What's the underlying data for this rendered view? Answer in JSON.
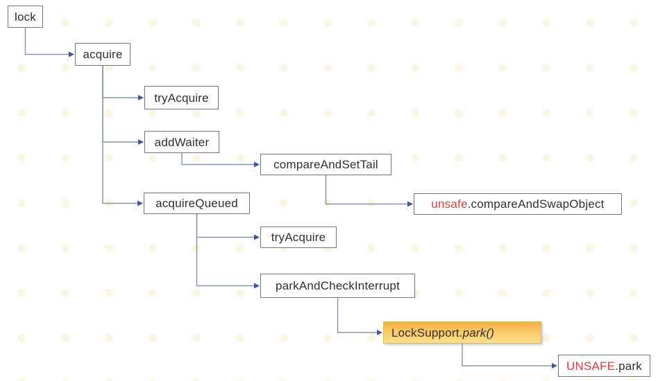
{
  "diagram": {
    "description": "Method call tree from lock() down to UNSAFE.park",
    "nodes": [
      {
        "id": "lock",
        "label": "lock"
      },
      {
        "id": "acquire",
        "label": "acquire"
      },
      {
        "id": "tryAcquire-1",
        "label": "tryAcquire"
      },
      {
        "id": "addWaiter",
        "label": "addWaiter"
      },
      {
        "id": "compareAndSetTail",
        "label": "compareAndSetTail"
      },
      {
        "id": "unsafe-compareAndSwapObject",
        "parts": [
          {
            "text": "unsafe",
            "emphasis": "red"
          },
          {
            "text": ".compareAndSwapObject",
            "emphasis": "none"
          }
        ]
      },
      {
        "id": "acquireQueued",
        "label": "acquireQueued"
      },
      {
        "id": "tryAcquire-2",
        "label": "tryAcquire"
      },
      {
        "id": "parkAndCheckInterrupt",
        "label": "parkAndCheckInterrupt"
      },
      {
        "id": "LockSupport-park",
        "highlighted": true,
        "parts": [
          {
            "text": "LockSupport.",
            "emphasis": "none"
          },
          {
            "text": "park()",
            "emphasis": "italic"
          }
        ]
      },
      {
        "id": "UNSAFE-park",
        "parts": [
          {
            "text": "UNSAFE",
            "emphasis": "red"
          },
          {
            "text": ".park",
            "emphasis": "none"
          }
        ]
      }
    ],
    "edges": [
      {
        "from": "lock",
        "to": "acquire"
      },
      {
        "from": "acquire",
        "to": "tryAcquire-1"
      },
      {
        "from": "acquire",
        "to": "addWaiter"
      },
      {
        "from": "acquire",
        "to": "acquireQueued"
      },
      {
        "from": "addWaiter",
        "to": "compareAndSetTail"
      },
      {
        "from": "compareAndSetTail",
        "to": "unsafe-compareAndSwapObject"
      },
      {
        "from": "acquireQueued",
        "to": "tryAcquire-2"
      },
      {
        "from": "acquireQueued",
        "to": "parkAndCheckInterrupt"
      },
      {
        "from": "parkAndCheckInterrupt",
        "to": "LockSupport-park"
      },
      {
        "from": "LockSupport-park",
        "to": "UNSAFE-park"
      }
    ],
    "colors": {
      "line": "#8494ad",
      "arrowhead": "#4156a0",
      "node_border": "#6e7580",
      "node_text": "#2f2f2f",
      "red_text": "#e03c44",
      "highlight_fill_top": "#f4ad41",
      "highlight_fill_bottom": "#fcdf8e",
      "highlight_border": "#cfc24c"
    }
  }
}
